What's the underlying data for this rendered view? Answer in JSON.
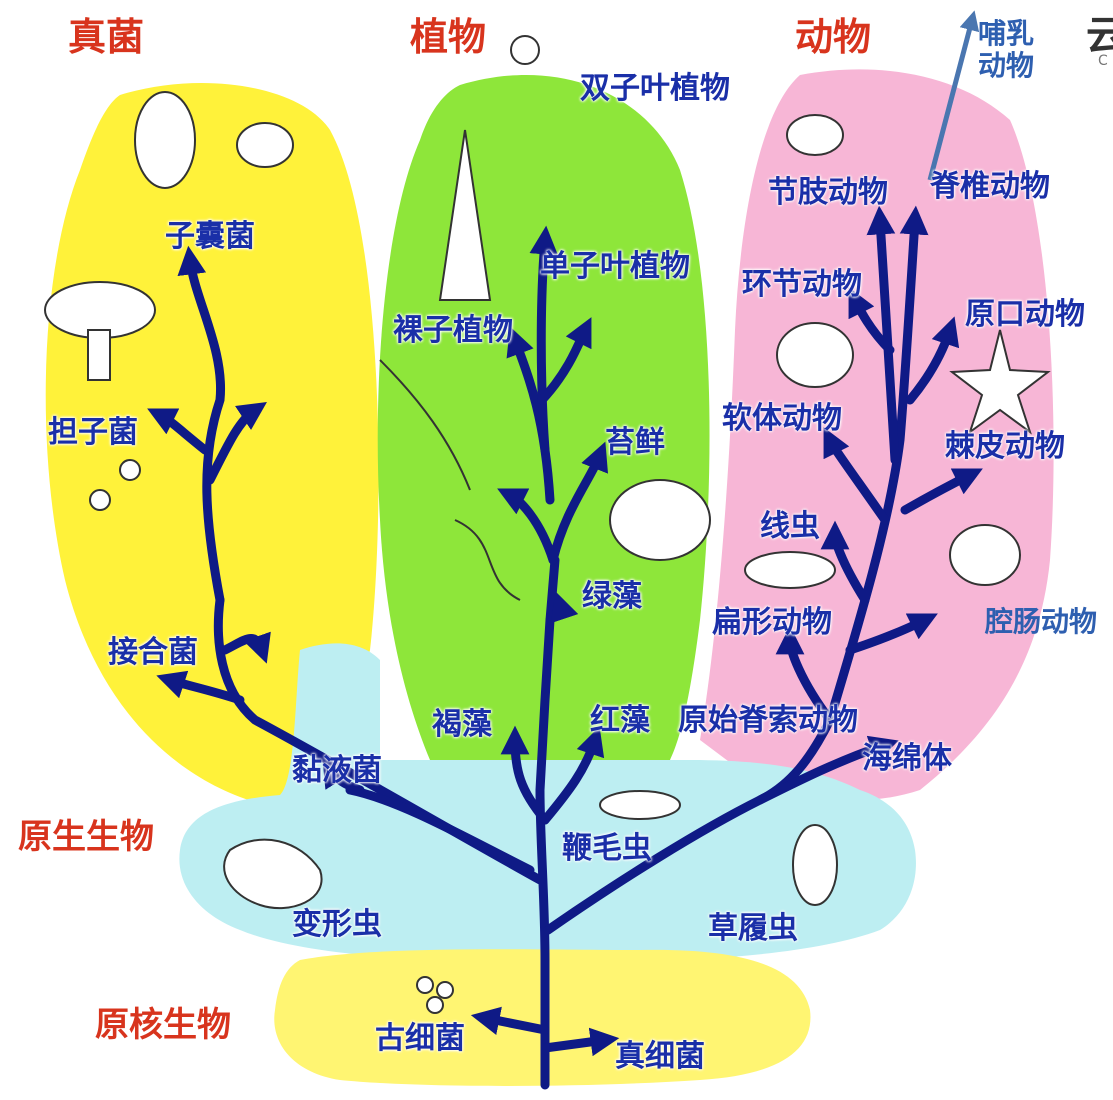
{
  "kingdoms": {
    "fungi": "真菌",
    "plants": "植物",
    "animals": "动物",
    "protists": "原生生物",
    "prokaryotes": "原核生物"
  },
  "fungi_labels": {
    "ascomycetes": "子囊菌",
    "basidiomycetes": "担子菌",
    "zygomycetes": "接合菌"
  },
  "plant_labels": {
    "dicots": "双子叶植物",
    "monocots": "单子叶植物",
    "gymnosperms": "裸子植物",
    "mosses": "苔鲜",
    "green_algae": "绿藻",
    "brown_algae": "褐藻",
    "red_algae": "红藻"
  },
  "animal_labels": {
    "mammals": "哺乳\n动物",
    "arthropods": "节肢动物",
    "vertebrates": "脊椎动物",
    "annelids": "环节动物",
    "protostomes": "原口动物",
    "mollusks": "软体动物",
    "echinoderms": "棘皮动物",
    "nematodes": "线虫",
    "flatworms": "扁形动物",
    "cnidarians": "腔肠动物",
    "protochordates": "原始脊索动物",
    "sponges": "海绵体"
  },
  "protist_labels": {
    "slime_molds": "黏液菌",
    "flagellates": "鞭毛虫",
    "amoeba": "变形虫",
    "paramecium": "草履虫"
  },
  "prokaryote_labels": {
    "archaea": "古细菌",
    "eubacteria": "真细菌"
  },
  "watermark": {
    "glyph": "云",
    "sub": "C"
  },
  "colors": {
    "fungi_bg": "#fff23a",
    "plants_bg": "#8ee63a",
    "animals_bg": "#f7b6d6",
    "protists_bg": "#bdeef2",
    "prokaryotes_bg": "#fff572",
    "tree": "#0f1a86",
    "label_blue": "#1a2fa8",
    "label_red": "#d8341d",
    "mammal_arrow": "#4a76b0"
  }
}
